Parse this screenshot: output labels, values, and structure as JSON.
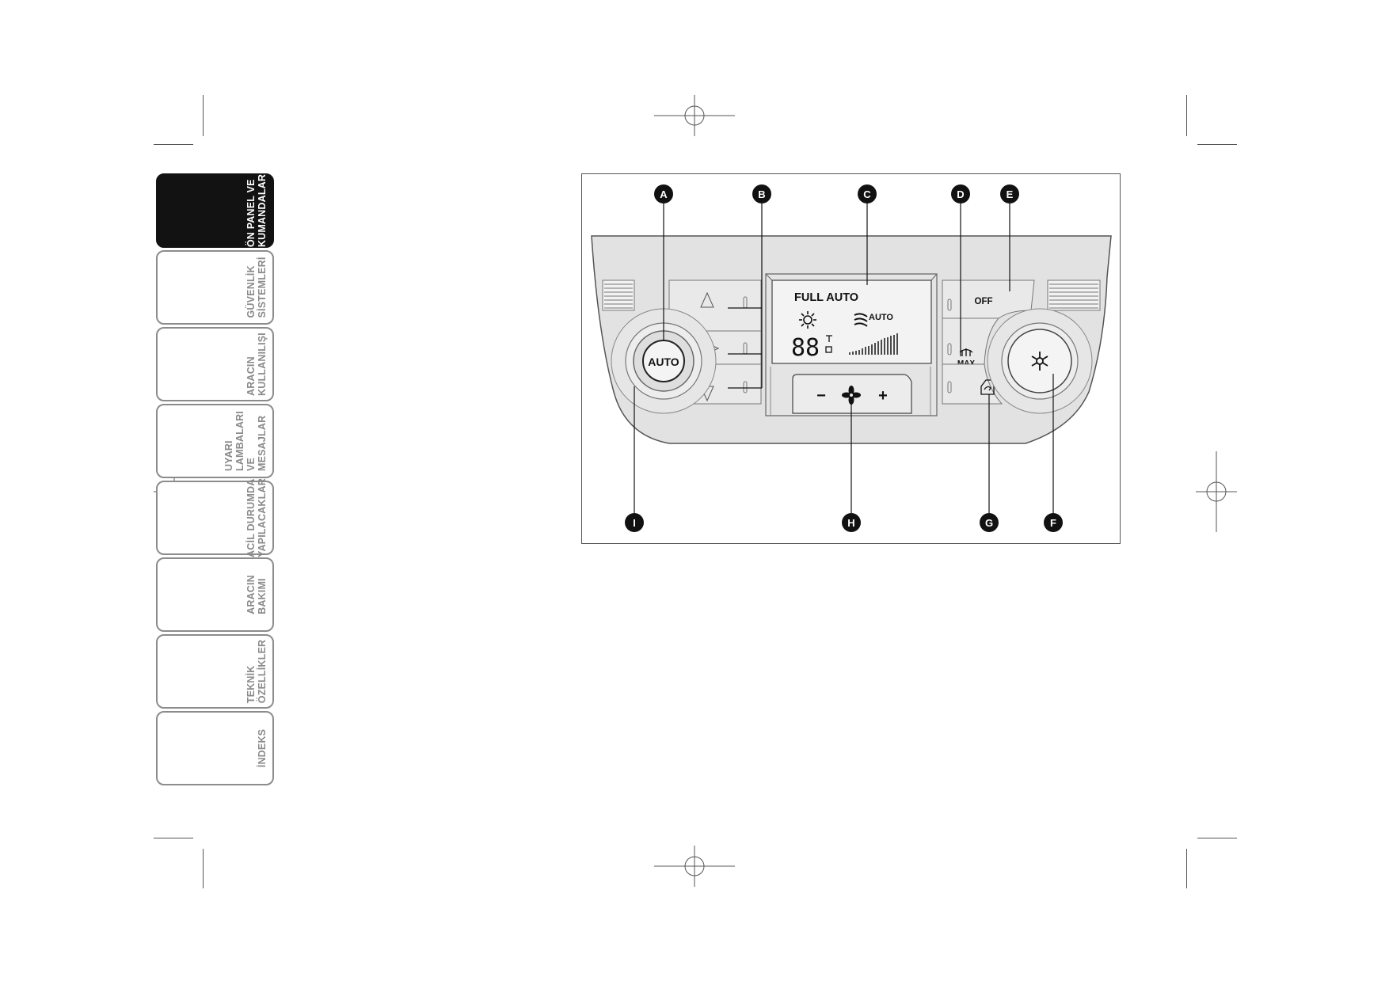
{
  "sidebar": {
    "tabs": [
      {
        "label": "ÖN PANEL VE\nKUMANDALAR",
        "active": true
      },
      {
        "label": "GÜVENLİK\nSİSTEMLERİ",
        "active": false
      },
      {
        "label": "ARACIN\nKULLANILIŞI",
        "active": false
      },
      {
        "label": "UYARI\nLAMBALARI VE\nMESAJLAR",
        "active": false
      },
      {
        "label": "ACİL DURUMDA\nYAPILACAKLAR",
        "active": false
      },
      {
        "label": "ARACIN BAKIMI",
        "active": false
      },
      {
        "label": "TEKNİK\nÖZELLİKLER",
        "active": false
      },
      {
        "label": "İNDEKS",
        "active": false
      }
    ]
  },
  "figure": {
    "callouts": {
      "a": "A",
      "b": "B",
      "c": "C",
      "d": "D",
      "e": "E",
      "f": "F",
      "g": "G",
      "h": "H",
      "i": "I"
    },
    "display": {
      "mode": "FULL AUTO",
      "temp_digits": "88",
      "fan_mode": "AUTO"
    },
    "buttons": {
      "auto": "AUTO",
      "off": "OFF",
      "max": "MAX",
      "fan_minus": "−",
      "fan_plus": "+"
    },
    "icons": [
      "sun-icon",
      "air-flow-icon",
      "fan-icon",
      "snowflake-icon",
      "defrost-icon",
      "recirculation-icon"
    ]
  }
}
